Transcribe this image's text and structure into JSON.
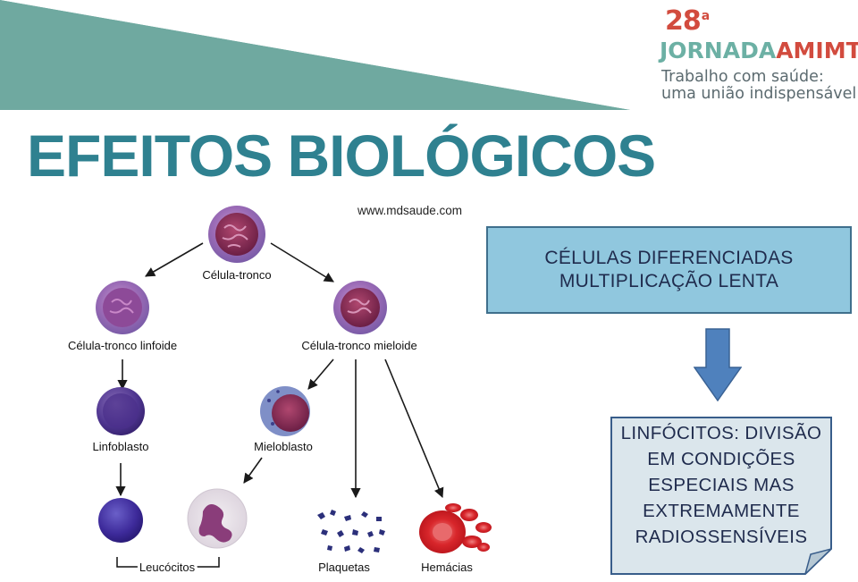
{
  "colors": {
    "banner": "#6fa9a0",
    "title": "#2f8190",
    "logo_number": "#d24b3e",
    "logo_teal": "#6cb0a4",
    "logo_red": "#d24b3e",
    "box_fill": "#90c7de",
    "arrow": "#4f81bd",
    "note_fill": "#dbe6ec"
  },
  "logo": {
    "edition": "28",
    "edition_suffix": "a",
    "name_part1": "JORNADA",
    "name_part2": "AMIMT",
    "tagline_line1": "Trabalho com saúde:",
    "tagline_line2": "uma união indispensável"
  },
  "title": "EFEITOS BIOLÓGICOS",
  "diagram": {
    "source": "www.mdsaude.com",
    "labels": {
      "stem_cell": "Célula-tronco",
      "lymphoid": "Célula-tronco linfoide",
      "myeloid": "Célula-tronco mieloide",
      "lymphoblast": "Linfoblasto",
      "myeloblast": "Mieloblasto",
      "leukocytes": "Leucócitos",
      "platelets": "Plaquetas",
      "erythrocytes": "Hemácias"
    }
  },
  "box1": {
    "line1": "CÉLULAS DIFERENCIADAS",
    "line2": "MULTIPLICAÇÃO LENTA"
  },
  "box2": {
    "lines": [
      "LINFÓCITOS: DIVISÃO",
      "EM CONDIÇÕES",
      "ESPECIAIS MAS",
      "EXTREMAMENTE",
      "RADIOSSENSÍVEIS"
    ]
  }
}
